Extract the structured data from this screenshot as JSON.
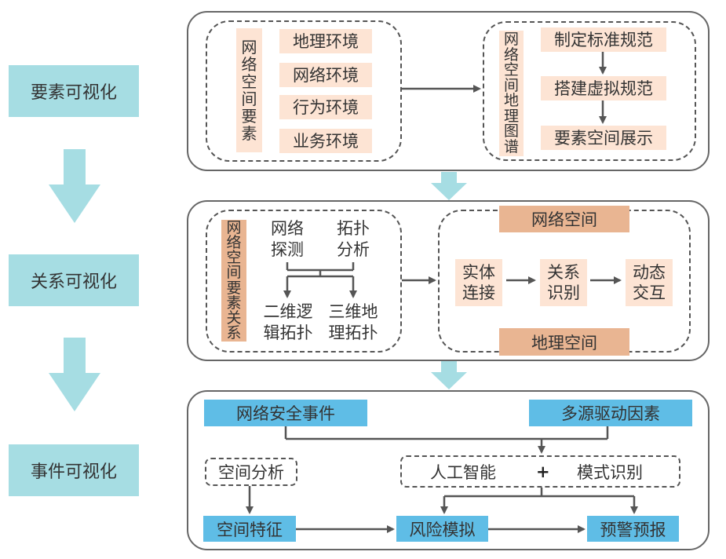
{
  "stages": [
    {
      "label": "要素可视化"
    },
    {
      "label": "关系可视化"
    },
    {
      "label": "事件可视化"
    }
  ],
  "panel1": {
    "group_label": "网络空间要素",
    "items": [
      "地理环境",
      "网络环境",
      "行为环境",
      "业务环境"
    ],
    "map_label": "网络空间地理图谱",
    "steps": [
      "制定标准规范",
      "搭建虚拟规范",
      "要素空间展示"
    ]
  },
  "panel2": {
    "group_label": "网络空间要素关系",
    "detect": "网络\n探测",
    "topo_analysis": "拓扑\n分析",
    "logic_2d": "二维逻\n辑拓扑",
    "geo_3d": "三维地\n理拓扑",
    "network_space": "网络空间",
    "geo_space": "地理空间",
    "flow": [
      "实体\n连接",
      "关系\n识别",
      "动态\n交互"
    ]
  },
  "panel3": {
    "event": "网络安全事件",
    "drivers": "多源驱动因素",
    "spatial_analysis": "空间分析",
    "ai": "人工智能",
    "plus": "+",
    "pattern": "模式识别",
    "spatial_feature": "空间特征",
    "risk_sim": "风险模拟",
    "warning": "预警预报"
  },
  "colors": {
    "stage_bg": "#a6dde3",
    "peach": "#fde4d4",
    "orange": "#e9b592",
    "blue": "#5fbde6",
    "arrow": "#555555"
  }
}
